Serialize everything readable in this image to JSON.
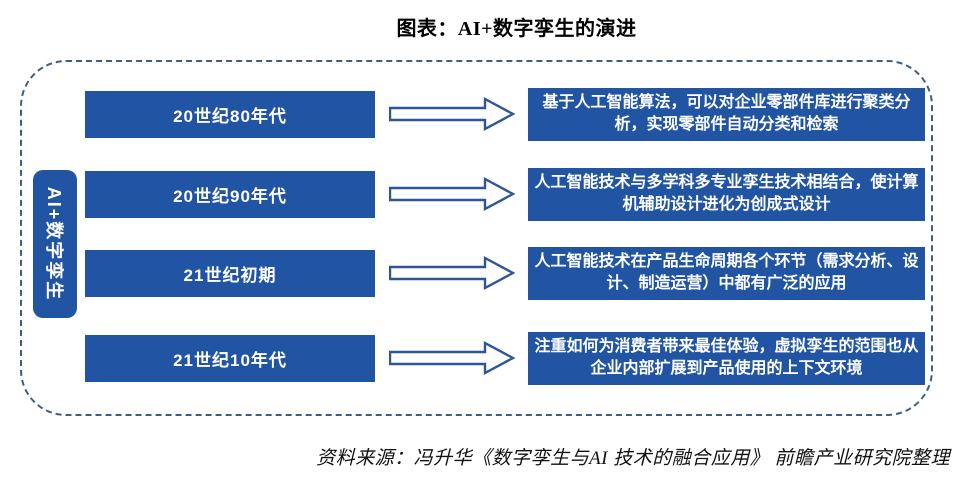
{
  "title": "图表：AI+数字孪生的演进",
  "diagram": {
    "axis_label": "AI+数字孪生",
    "rows": [
      {
        "period": "20世纪80年代",
        "description": "基于人工智能算法，可以对企业零部件库进行聚类分析，实现零部件自动分类和检索"
      },
      {
        "period": "20世纪90年代",
        "description": "人工智能技术与多学科多专业孪生技术相结合，使计算机辅助设计进化为创成式设计"
      },
      {
        "period": "21世纪初期",
        "description": "人工智能技术在产品生命周期各个环节（需求分析、设计、制造运营）中都有广泛的应用"
      },
      {
        "period": "21世纪10年代",
        "description": "注重如何为消费者带来最佳体验，虚拟孪生的范围也从企业内部扩展到产品使用的上下文环境"
      }
    ]
  },
  "footer": {
    "source": "资料来源：冯升华《数字孪生与AI 技术的融合应用》 前瞻产业研究院整理"
  },
  "colors": {
    "box_blue": "#2155a4",
    "arrow_stroke": "#2f5597",
    "dashed_border": "#3f5c85"
  }
}
